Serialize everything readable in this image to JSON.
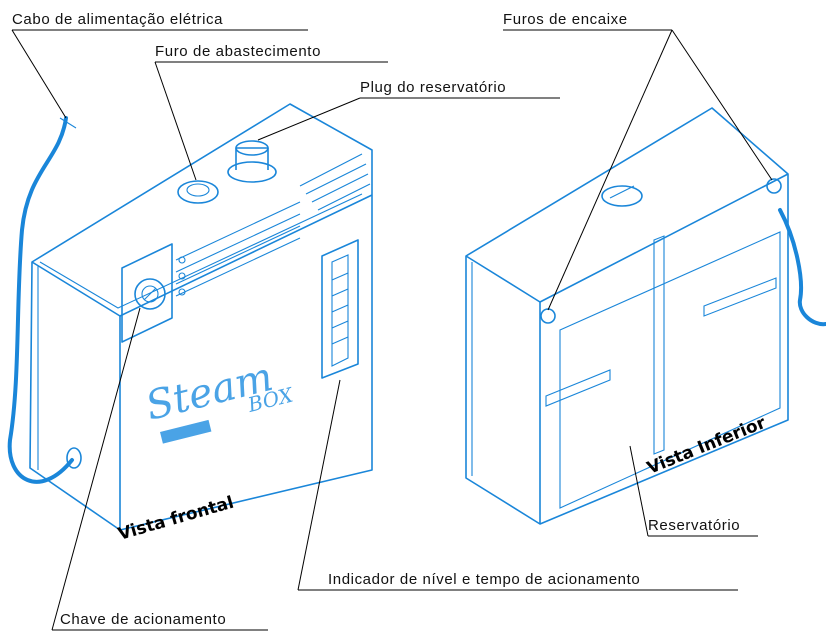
{
  "callouts": {
    "power_cable": "Cabo de alimentação elétrica",
    "fill_hole": "Furo de abastecimento",
    "reservoir_plug": "Plug do reservatório",
    "fitting_holes": "Furos de encaixe",
    "reservoir": "Reservatório",
    "level_indicator": "Indicador de nível e tempo de acionamento",
    "switch": "Chave de acionamento"
  },
  "views": {
    "front": "Vista frontal",
    "bottom": "Vista Inferior"
  },
  "brand": {
    "name": "Steam",
    "subname": "BOX"
  },
  "colors": {
    "line": "#1a86d9",
    "brand_text": "#4aa3e6",
    "ink": "#000000"
  }
}
